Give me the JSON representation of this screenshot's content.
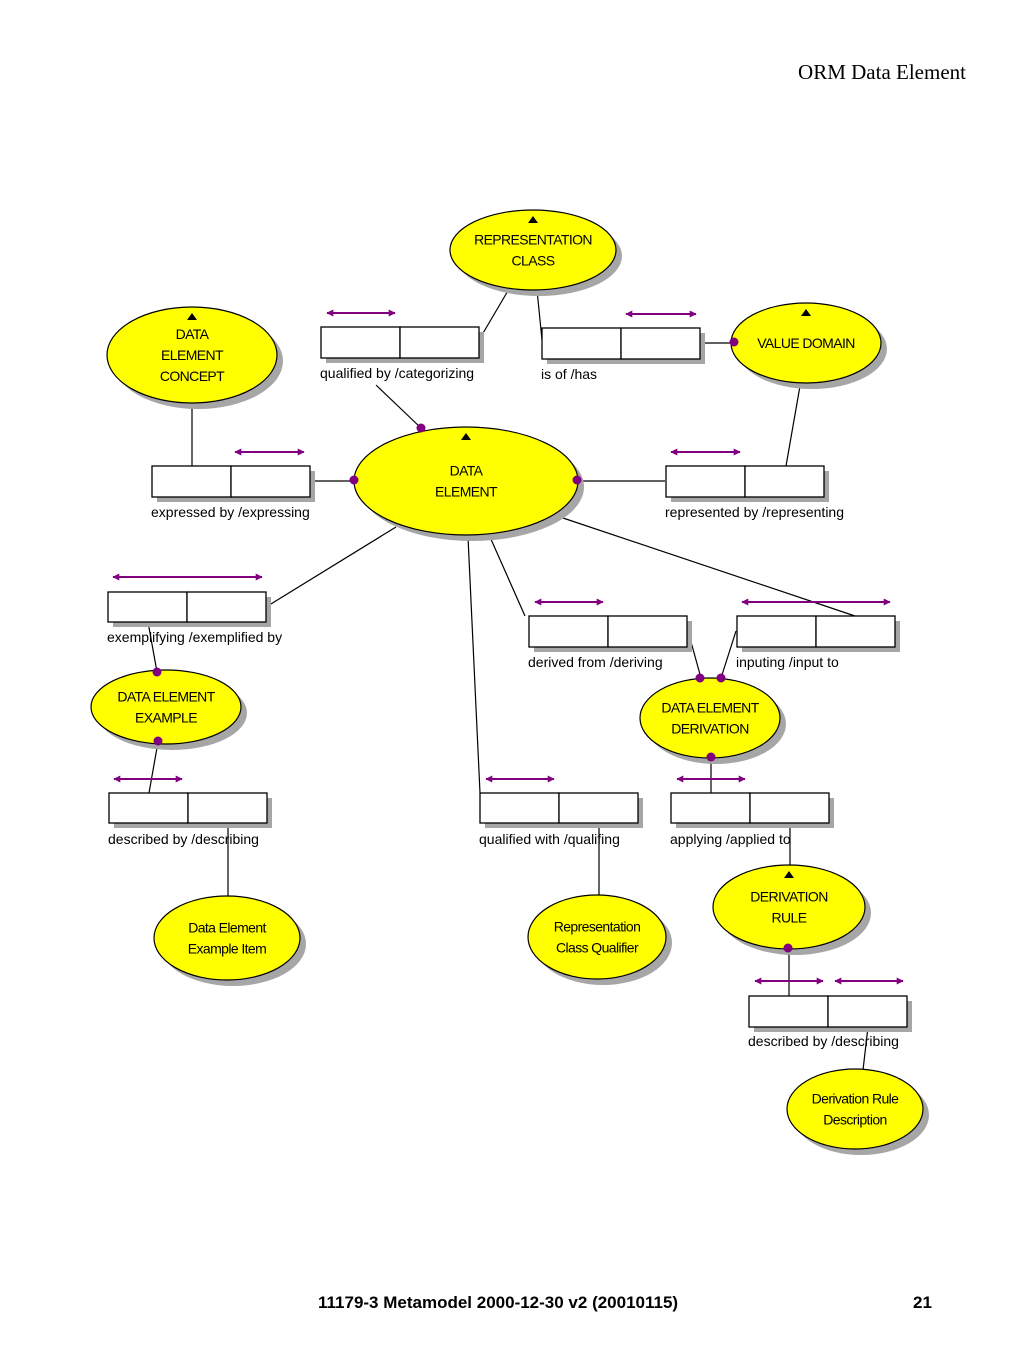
{
  "header": {
    "title": "ORM Data Element"
  },
  "footer": {
    "doc_title": "11179-3 Metamodel 2000-12-30 v2 (20010115)",
    "page_number": "21"
  },
  "colors": {
    "entity_fill": "#ffff00",
    "entity_shadow": "#a6a6a6",
    "uniqueness_arrow": "#800080",
    "role_dot": "#800080",
    "line": "#000000"
  },
  "entities": {
    "representation_class": {
      "lines": [
        "REPRESENTATION",
        "CLASS"
      ]
    },
    "data_element_concept": {
      "lines": [
        "DATA",
        "ELEMENT",
        "CONCEPT"
      ]
    },
    "value_domain": {
      "lines": [
        "VALUE DOMAIN"
      ]
    },
    "data_element": {
      "lines": [
        "DATA",
        "ELEMENT"
      ]
    },
    "data_element_example": {
      "lines": [
        "DATA ELEMENT",
        "EXAMPLE"
      ]
    },
    "data_element_derivation": {
      "lines": [
        "DATA ELEMENT",
        "DERIVATION"
      ]
    },
    "derivation_rule": {
      "lines": [
        "DERIVATION",
        "RULE"
      ]
    },
    "data_element_example_item": {
      "lines": [
        "Data Element",
        "Example Item"
      ]
    },
    "representation_class_qualifier": {
      "lines": [
        "Representation",
        "Class Qualifier"
      ]
    },
    "derivation_rule_description": {
      "lines": [
        "Derivation Rule",
        "Description"
      ]
    }
  },
  "facts": {
    "rc_qualified": {
      "label": "qualified by   /categorizing"
    },
    "rc_is_of": {
      "label": "is of   /has"
    },
    "dec_expressed": {
      "label": "expressed by   /expressing"
    },
    "vd_represented": {
      "label": "represented by   /representing"
    },
    "ex_exemplifying": {
      "label": "exemplifying   /exemplified by"
    },
    "der_derived": {
      "label": "derived from   /deriving"
    },
    "der_inputing": {
      "label": "inputing   /input to"
    },
    "ex_described": {
      "label": "described by   /describing"
    },
    "rcq_qualified": {
      "label": "qualified with   /qualifing"
    },
    "der_applying": {
      "label": "applying   /applied to"
    },
    "rule_described": {
      "label": "described by   /describing"
    }
  }
}
